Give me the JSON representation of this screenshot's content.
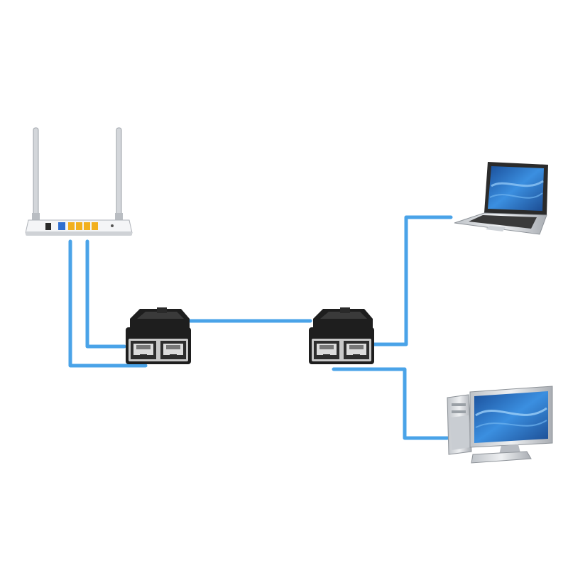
{
  "diagram": {
    "nodes": [
      {
        "id": "router",
        "kind": "wireless-router",
        "icon": "router-icon",
        "antennas": 2,
        "lan_ports": 4,
        "wan_ports": 1
      },
      {
        "id": "splitter-left",
        "kind": "rj45-splitter",
        "icon": "rj45-splitter-icon",
        "ports": 2
      },
      {
        "id": "splitter-right",
        "kind": "rj45-splitter",
        "icon": "rj45-splitter-icon",
        "ports": 2
      },
      {
        "id": "laptop",
        "kind": "laptop",
        "icon": "laptop-icon"
      },
      {
        "id": "desktop",
        "kind": "desktop-computer",
        "icon": "desktop-computer-icon"
      }
    ],
    "links": [
      {
        "from": "router",
        "to": "splitter-left",
        "port": 1
      },
      {
        "from": "router",
        "to": "splitter-left",
        "port": 2
      },
      {
        "from": "splitter-left",
        "to": "splitter-right"
      },
      {
        "from": "splitter-right",
        "to": "laptop",
        "port": 2
      },
      {
        "from": "splitter-right",
        "to": "desktop",
        "port": 1
      }
    ]
  },
  "colors": {
    "cable": "#4aa3e8",
    "router_body": "#f4f5f7",
    "router_port_wan": "#2f6fd0",
    "router_port_lan": "#f2b01e",
    "splitter_body": "#1e1e1e",
    "splitter_face": "#c8c8c8",
    "screen_blue": "#2f7fd0"
  }
}
